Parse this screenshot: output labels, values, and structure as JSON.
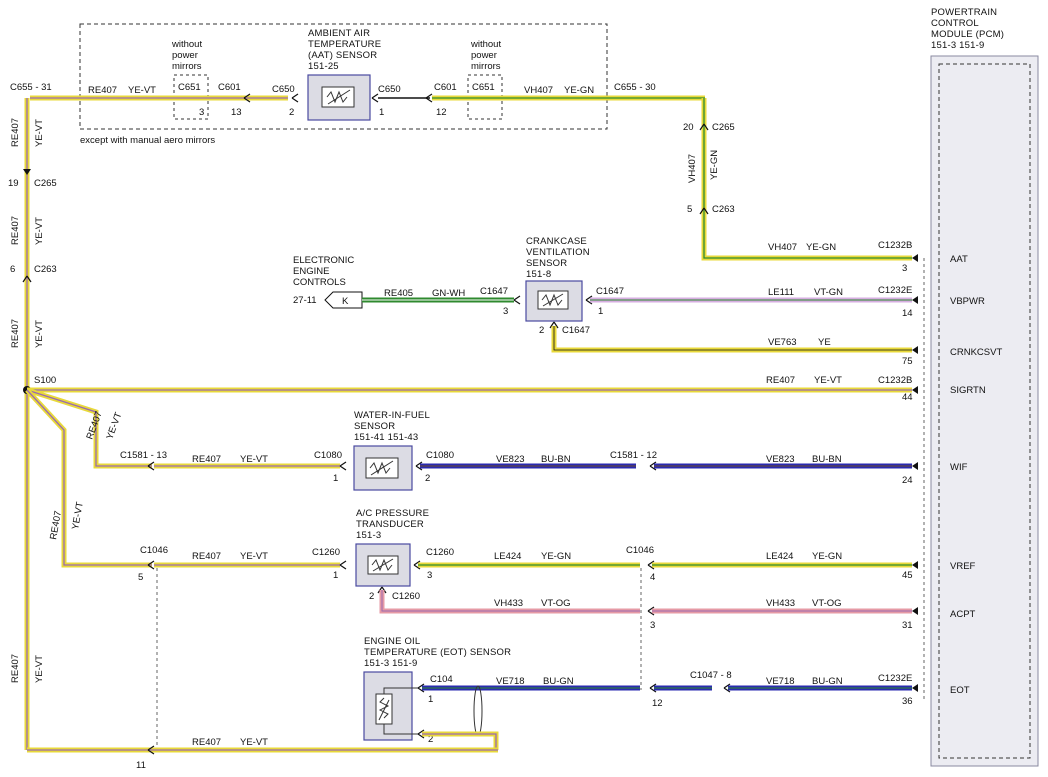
{
  "pcm": {
    "title_lines": [
      "POWERTRAIN",
      "CONTROL",
      "MODULE (PCM)",
      "151-3    151-9"
    ],
    "pins": [
      {
        "name": "AAT",
        "pin": "3",
        "connector": "C1232B",
        "wire": "VH407",
        "color": "YE-GN"
      },
      {
        "name": "VBPWR",
        "pin": "14",
        "connector": "C1232E",
        "wire": "LE111",
        "color": "VT-GN"
      },
      {
        "name": "CRNKCSVT",
        "pin": "75",
        "connector": "",
        "wire": "VE763",
        "color": "YE"
      },
      {
        "name": "SIGRTN",
        "pin": "44",
        "connector": "C1232B",
        "wire": "RE407",
        "color": "YE-VT"
      },
      {
        "name": "WIF",
        "pin": "24",
        "connector": "",
        "wire": "VE823",
        "color": "BU-BN"
      },
      {
        "name": "VREF",
        "pin": "45",
        "connector": "",
        "wire": "LE424",
        "color": "YE-GN"
      },
      {
        "name": "ACPT",
        "pin": "31",
        "connector": "",
        "wire": "VH433",
        "color": "VT-OG"
      },
      {
        "name": "EOT",
        "pin": "36",
        "connector": "C1232E",
        "wire": "VE718",
        "color": "BU-GN"
      }
    ]
  },
  "aat_sensor": {
    "title_lines": [
      "AMBIENT AIR",
      "TEMPERATURE",
      "(AAT) SENSOR",
      "151-25"
    ],
    "left_conn": "C650",
    "left_pin": "2",
    "right_conn": "C650",
    "right_pin": "1",
    "without_mirrors": [
      "without",
      "power",
      "mirrors"
    ],
    "except_note": "except with manual aero mirrors",
    "left_c651": "C651",
    "left_c651_pin": "3",
    "right_c651": "C651",
    "right_c651_pin": "",
    "c601_left": "C601",
    "c601_left_pin": "13",
    "c601_right": "C601",
    "c601_right_pin": "12",
    "c655_left": "C655 - 31",
    "c655_right": "C655 - 30",
    "wire_left": "RE407",
    "color_left": "YE-VT",
    "wire_right": "VH407",
    "color_right": "YE-GN"
  },
  "riser": {
    "c265_pin": "20",
    "c265": "C265",
    "wire": "VH407",
    "color": "YE-GN",
    "c263_pin": "5",
    "c263": "C263"
  },
  "left_bus": {
    "seg1_wire": "RE407",
    "seg1_color": "YE-VT",
    "c265_pin": "19",
    "c265": "C265",
    "seg2_wire": "RE407",
    "seg2_color": "YE-VT",
    "c263_pin": "6",
    "c263": "C263",
    "seg3_wire": "RE407",
    "seg3_color": "YE-VT",
    "splice": "S100",
    "lower_wire": "RE407",
    "lower_color": "YE-VT"
  },
  "eec": {
    "title_lines": [
      "ELECTRONIC",
      "ENGINE",
      "CONTROLS"
    ],
    "ref": "27-11",
    "connector_letter": "K",
    "wire": "RE405",
    "color": "GN-WH"
  },
  "ccv_sensor": {
    "title_lines": [
      "CRANKCASE",
      "VENTILATION",
      "SENSOR",
      "151-8"
    ],
    "left_conn": "C1647",
    "left_pin": "3",
    "right_conn": "C1647",
    "right_pin": "1",
    "bottom_conn": "C1647",
    "bottom_pin": "2"
  },
  "wif_sensor": {
    "title_lines": [
      "WATER-IN-FUEL",
      "SENSOR",
      "151-41    151-43"
    ],
    "left_conn": "C1080",
    "left_pin": "1",
    "right_conn": "C1080",
    "right_pin": "2",
    "c1581_left": "C1581 - 13",
    "c1581_right": "C1581 - 12",
    "branch_wire": "RE407",
    "branch_color": "YE-VT",
    "wire_left": "RE407",
    "color_left": "YE-VT",
    "wire_mid": "VE823",
    "color_mid": "BU-BN"
  },
  "ac_sensor": {
    "title_lines": [
      "A/C PRESSURE",
      "TRANSDUCER",
      "151-3"
    ],
    "left_conn": "C1260",
    "left_pin": "1",
    "right_conn": "C1260",
    "right_pin": "3",
    "bottom_conn": "C1260",
    "bottom_pin": "2",
    "c1046_left": "C1046",
    "c1046_left_pin": "5",
    "c1046_right": "C1046",
    "c1046_right_pin": "4",
    "c1046_acpt_pin": "3",
    "branch_wire": "RE407",
    "branch_color": "YE-VT",
    "wire_left": "RE407",
    "color_left": "YE-VT",
    "wire_mid": "LE424",
    "color_mid": "YE-GN",
    "acpt_wire_mid": "VH433",
    "acpt_color_mid": "VT-OG"
  },
  "eot_sensor": {
    "title_lines": [
      "ENGINE OIL",
      "TEMPERATURE (EOT) SENSOR",
      "151-3    151-9"
    ],
    "conn": "C104",
    "pin1": "1",
    "pin2": "2",
    "wire_mid": "VE718",
    "color_mid": "BU-GN",
    "c1047": "C1047 - 8",
    "c1047_pin": "12",
    "return_pin": "11",
    "return_wire": "RE407",
    "return_color": "YE-VT"
  },
  "colors": {
    "yellow": "#e8d93a",
    "violet": "#9a6bb0",
    "green": "#2f8a2f",
    "blue": "#2a2ab0",
    "pink": "#e69aa5",
    "lavender": "#d6aee0",
    "ink": "#1a1a1a",
    "box_fill": "#e6e6ea",
    "sensor_fill": "#dcdce4"
  }
}
